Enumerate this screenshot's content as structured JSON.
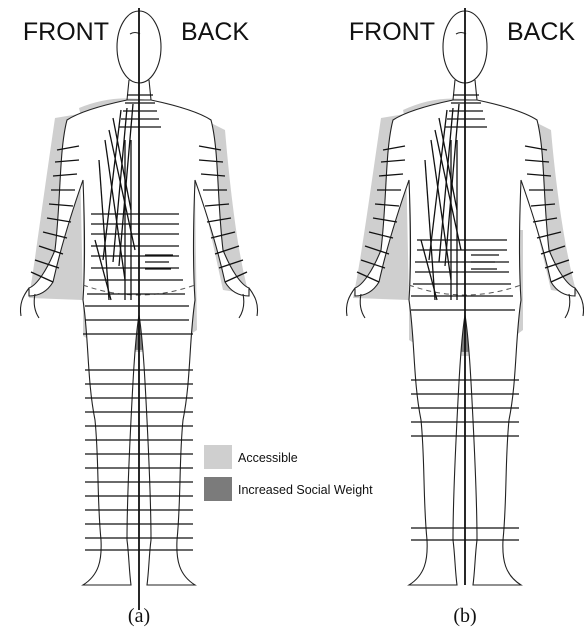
{
  "figure": {
    "panels": [
      {
        "id": "a",
        "front_label": "FRONT",
        "back_label": "BACK",
        "caption": "(a)"
      },
      {
        "id": "b",
        "front_label": "FRONT",
        "back_label": "BACK",
        "caption": "(b)"
      }
    ],
    "legend": [
      {
        "label": "Accessible",
        "color": "#cfcfcf"
      },
      {
        "label": "Increased Social Weight",
        "color": "#7b7b7b"
      }
    ],
    "colors": {
      "accessible": "#cfcfcf",
      "social_weight": "#7b7b7b",
      "outline": "#222222"
    }
  }
}
